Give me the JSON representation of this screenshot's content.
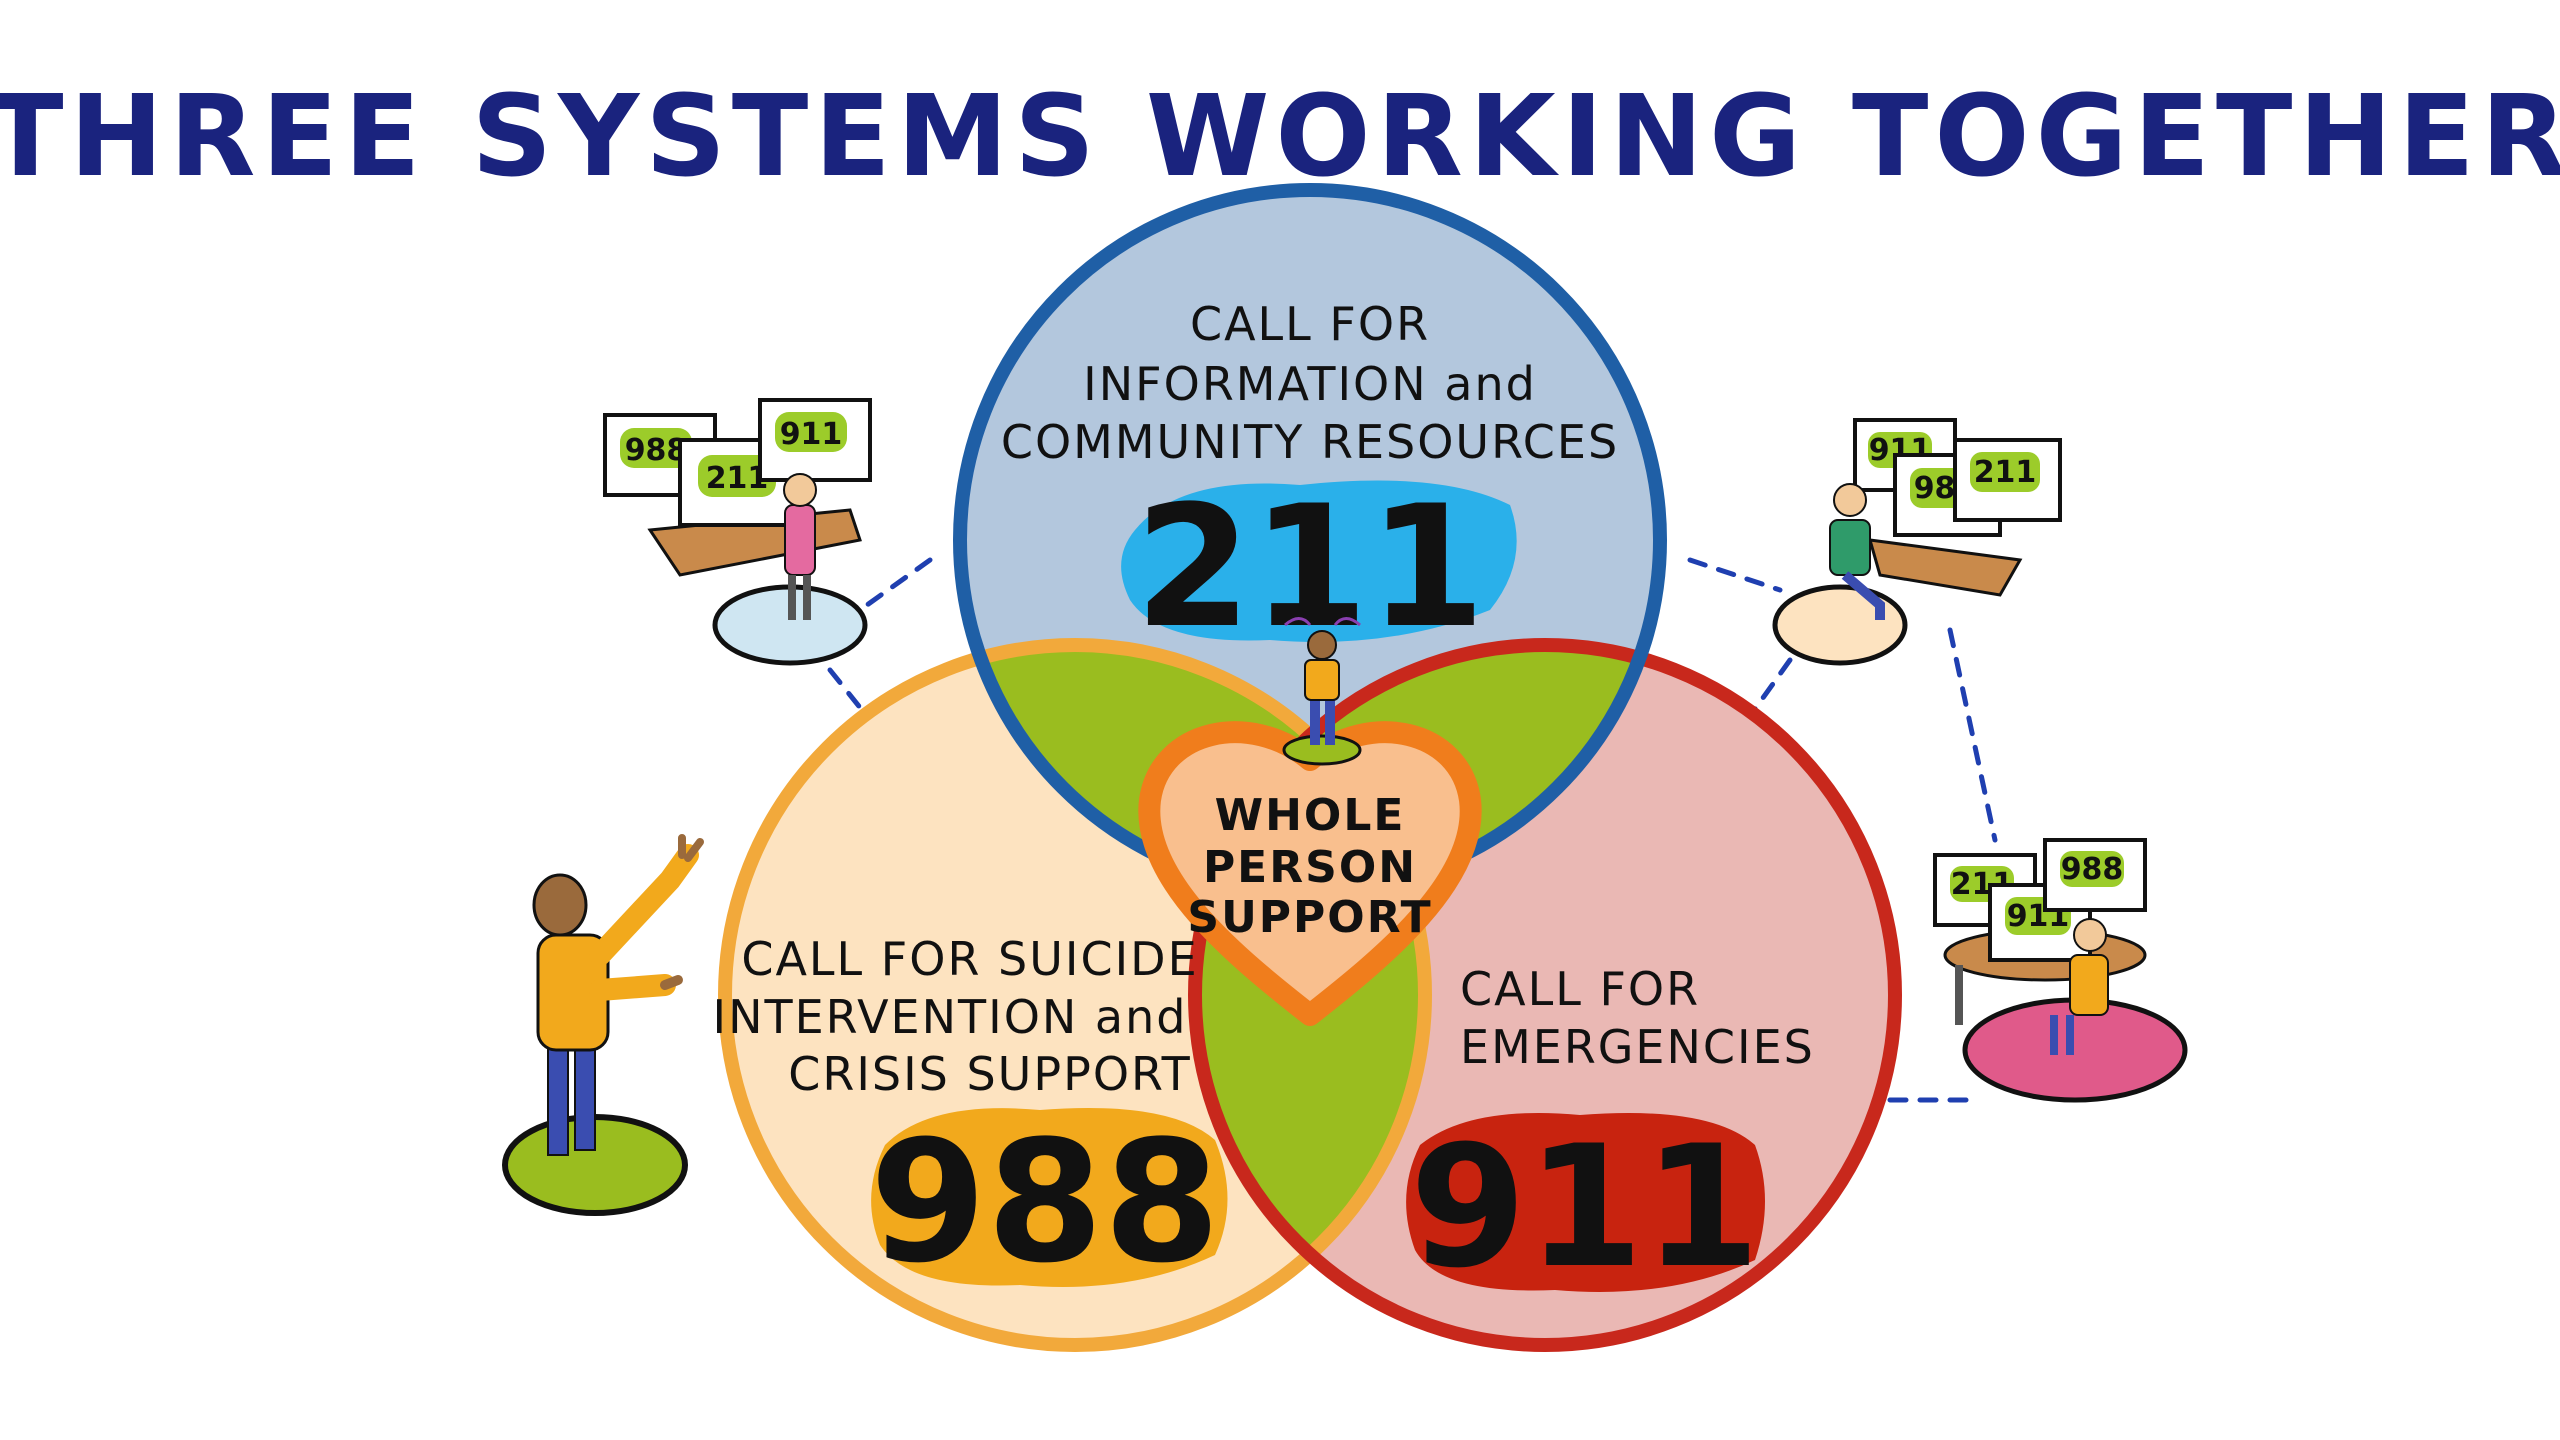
{
  "title": "THREE SYSTEMS WORKING TOGETHER",
  "systems": {
    "s211": {
      "line1": "CALL FOR",
      "line2": "INFORMATION and",
      "line3": "COMMUNITY RESOURCES",
      "number": "211",
      "circle_color": "#b3c7dd",
      "border_color": "#1f5fa6",
      "badge_color": "#2ab0ea"
    },
    "s988": {
      "line1": "CALL FOR SUICIDE",
      "line2": "INTERVENTION and",
      "line3": "CRISIS SUPPORT",
      "number": "988",
      "circle_color": "#fde3c0",
      "border_color": "#f2a93b",
      "badge_color": "#f2a91c"
    },
    "s911": {
      "line1": "CALL FOR",
      "line2": "EMERGENCIES",
      "number": "911",
      "circle_color": "#eab8b4",
      "border_color": "#c8281c",
      "badge_color": "#c8230f"
    }
  },
  "overlap_color": "#9abd1f",
  "center": {
    "line1": "WHOLE",
    "line2": "PERSON",
    "line3": "SUPPORT",
    "fill": "#f9bf8e",
    "border": "#f07d1c"
  },
  "stations": {
    "top_left": {
      "screens": [
        "988",
        "211",
        "911"
      ]
    },
    "top_right": {
      "screens": [
        "911",
        "988",
        "211"
      ]
    },
    "bottom_right": {
      "screens": [
        "211",
        "911",
        "988"
      ]
    }
  },
  "screen_badge_color": "#9ccc2a"
}
